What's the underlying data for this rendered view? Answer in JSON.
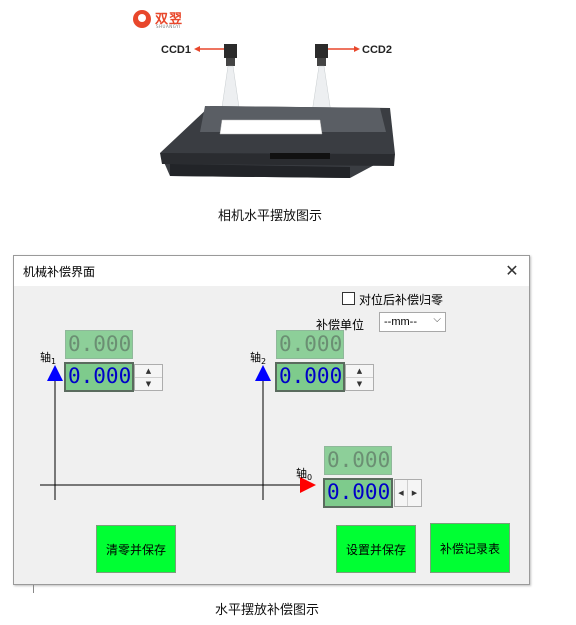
{
  "logo": {
    "text": "双翌",
    "subtext": "SHUANGYI"
  },
  "illustration": {
    "ccd1_label": "CCD1",
    "ccd2_label": "CCD2",
    "caption": "相机水平摆放图示"
  },
  "dialog": {
    "title": "机械补偿界面",
    "close_icon": "close-icon",
    "reset_after_align_label": "对位后补偿归零",
    "reset_after_align_checked": false,
    "unit_label": "补偿单位",
    "unit_value": "--mm--",
    "axis1": {
      "label": "轴",
      "sub": "1",
      "ref_value": "0.000",
      "value": "0.000"
    },
    "axis2": {
      "label": "轴",
      "sub": "2",
      "ref_value": "0.000",
      "value": "0.000"
    },
    "axis0": {
      "label": "轴",
      "sub": "0",
      "ref_value": "0.000",
      "value": "0.000"
    },
    "clear_save_label": "清零并保存",
    "set_save_label": "设置并保存",
    "history_label": "补偿记录表",
    "colors": {
      "button_green": "#00ff33",
      "field_green": "#7ecb8c",
      "arrow_blue": "#0000ff",
      "arrow_red": "#ff0000"
    }
  },
  "bottom_caption": "水平摆放补偿图示"
}
